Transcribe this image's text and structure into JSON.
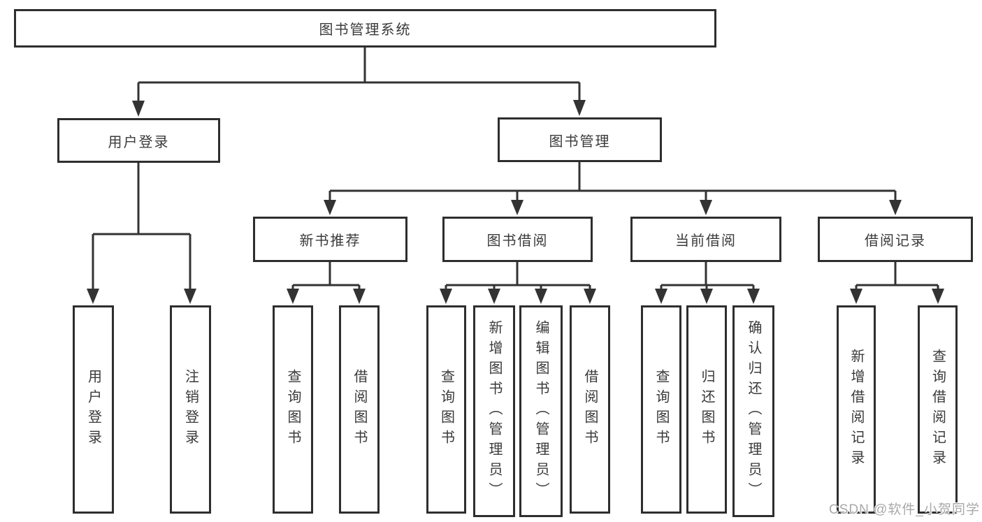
{
  "colors": {
    "line": "#333333",
    "border": "#2e2e2e",
    "text": "#3a3a3a",
    "watermark": "#a9a9a9",
    "bg": "#ffffff"
  },
  "diagram": {
    "root": {
      "label": "图书管理系统"
    },
    "user_branch": {
      "label": "用户登录",
      "children": [
        {
          "label": "用户登录"
        },
        {
          "label": "注销登录"
        }
      ]
    },
    "management_branch": {
      "label": "图书管理",
      "sections": [
        {
          "label": "新书推荐",
          "children": [
            {
              "label": "查询图书"
            },
            {
              "label": "借阅图书"
            }
          ]
        },
        {
          "label": "图书借阅",
          "children": [
            {
              "label": "查询图书"
            },
            {
              "label": "新增图书（管理员）"
            },
            {
              "label": "编辑图书（管理员）"
            },
            {
              "label": "借阅图书"
            }
          ]
        },
        {
          "label": "当前借阅",
          "children": [
            {
              "label": "查询图书"
            },
            {
              "label": "归还图书"
            },
            {
              "label": "确认归还（管理员）"
            }
          ]
        },
        {
          "label": "借阅记录",
          "children": [
            {
              "label": "新增借阅记录"
            },
            {
              "label": "查询借阅记录"
            }
          ]
        }
      ]
    }
  },
  "watermark": {
    "text": "CSDN @软件_小贺同学"
  }
}
